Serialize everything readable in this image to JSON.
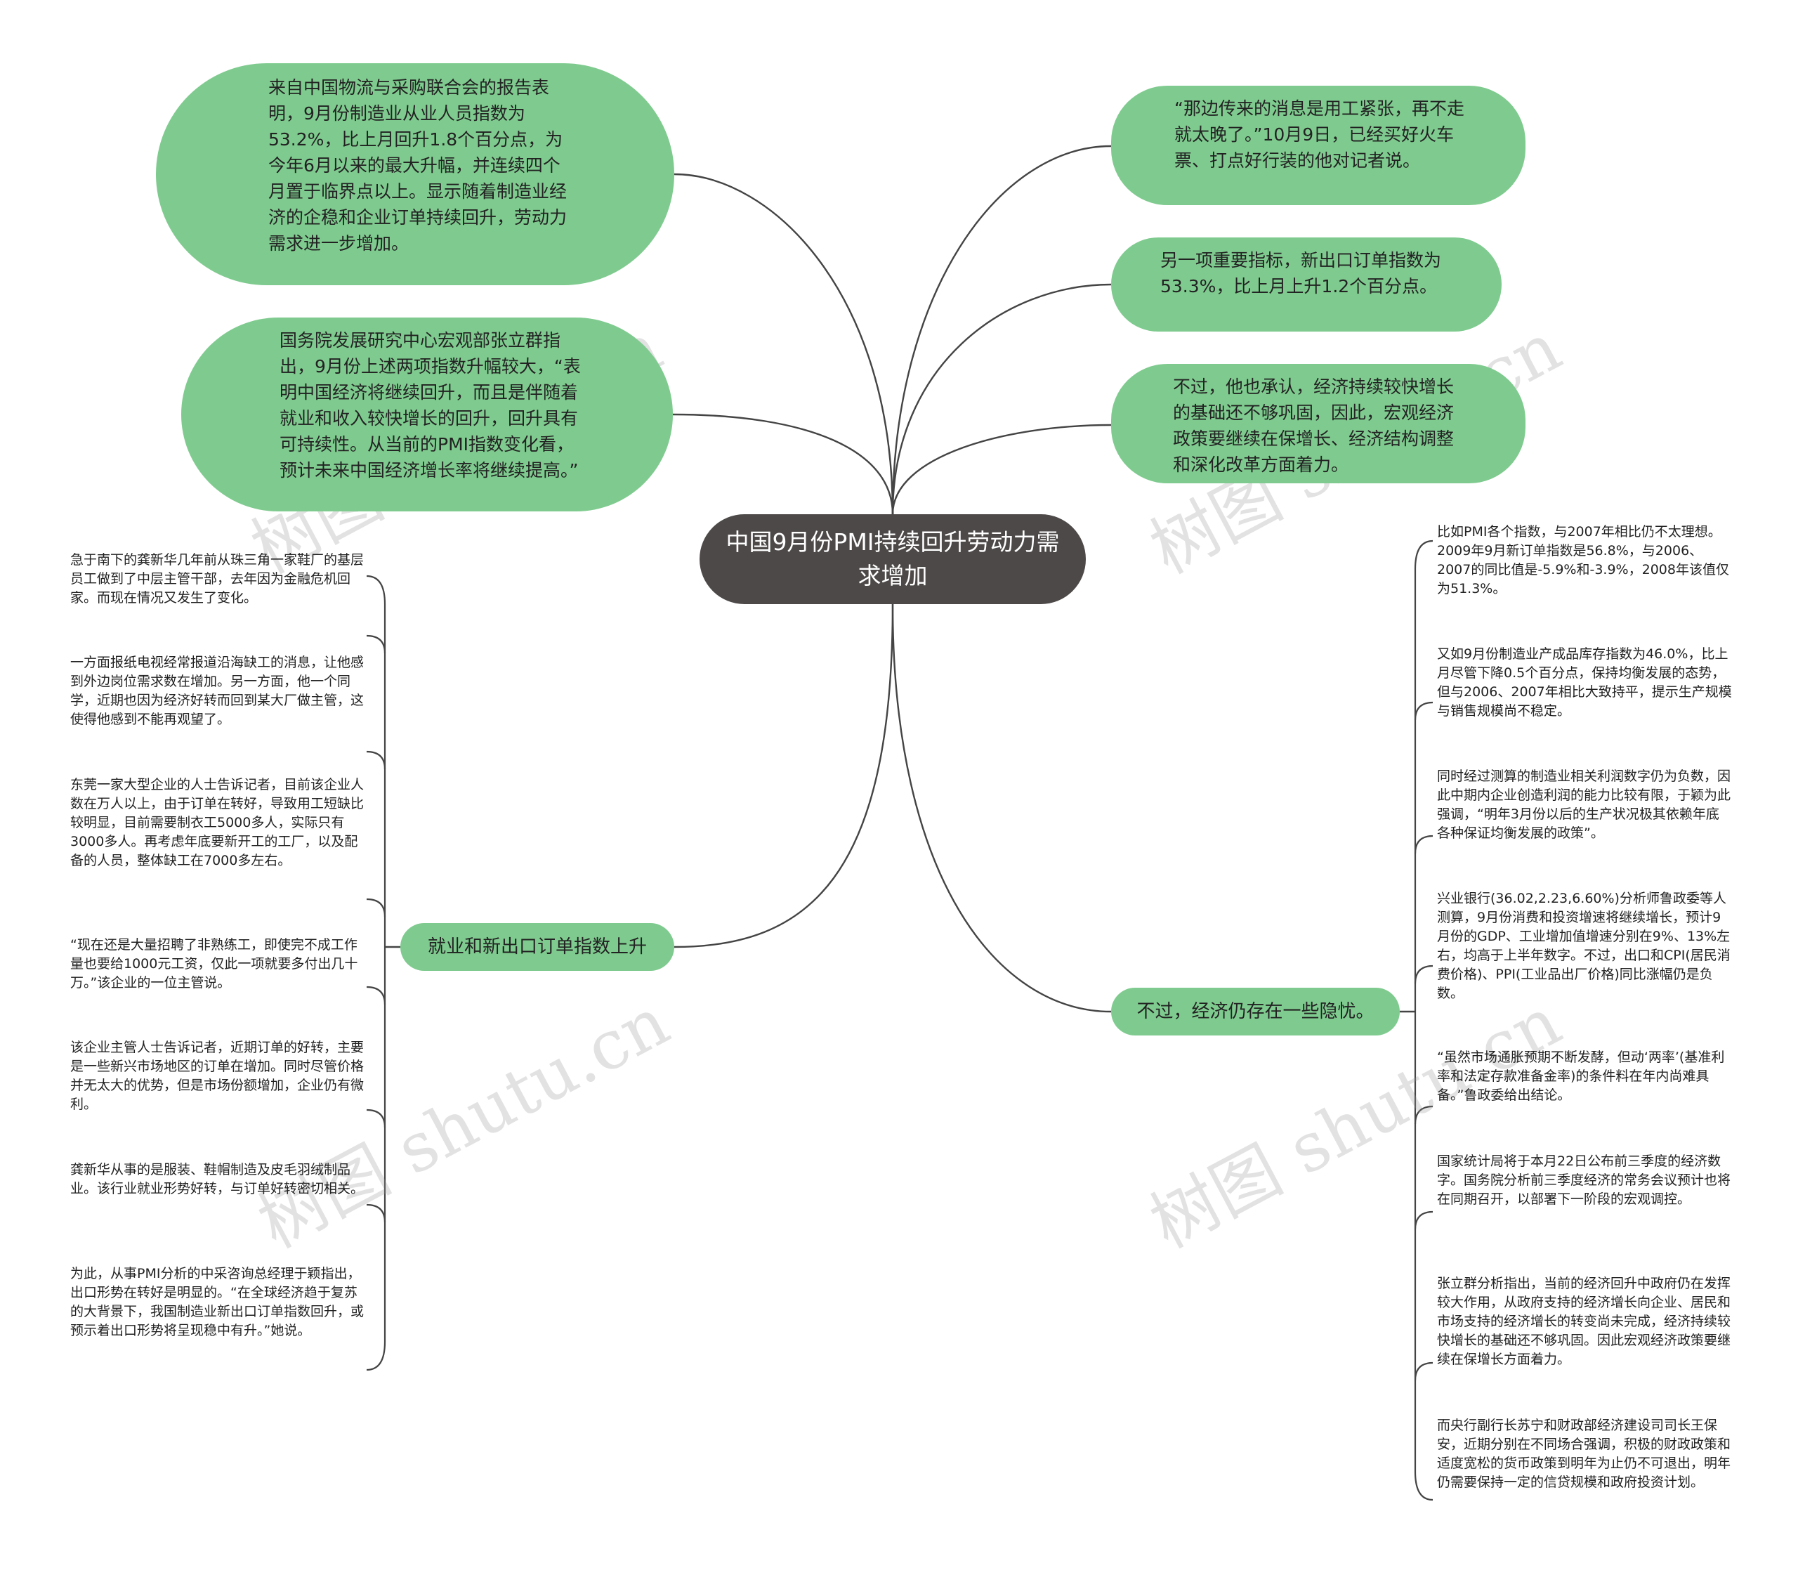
{
  "root": {
    "title": "中国9月份PMI持续回升劳动力需求增加"
  },
  "left_top": [
    {
      "text": "来自中国物流与采购联合会的报告表明，9月份制造业从业人员指数为53.2%，比上月回升1.8个百分点，为今年6月以来的最大升幅，并连续四个月置于临界点以上。显示随着制造业经济的企稳和企业订单持续回升，劳动力需求进一步增加。"
    },
    {
      "text": "国务院发展研究中心宏观部张立群指出，9月份上述两项指数升幅较大，“表明中国经济将继续回升，而且是伴随着就业和收入较快增长的回升，回升具有可持续性。从当前的PMI指数变化看，预计未来中国经济增长率将继续提高。”"
    }
  ],
  "right_top": [
    {
      "text": "“那边传来的消息是用工紧张，再不走就太晚了。”10月9日，已经买好火车票、打点好行装的他对记者说。"
    },
    {
      "text": "另一项重要指标，新出口订单指数为53.3%，比上月上升1.2个百分点。"
    },
    {
      "text": "不过，他也承认，经济持续较快增长的基础还不够巩固，因此，宏观经济政策要继续在保增长、经济结构调整和深化改革方面着力。"
    }
  ],
  "left_branch": {
    "label": "就业和新出口订单指数上升",
    "leaves": [
      "急于南下的龚新华几年前从珠三角一家鞋厂的基层员工做到了中层主管干部，去年因为金融危机回家。而现在情况又发生了变化。",
      "一方面报纸电视经常报道沿海缺工的消息，让他感到外边岗位需求数在增加。另一方面，他一个同学，近期也因为经济好转而回到某大厂做主管，这使得他感到不能再观望了。",
      "东莞一家大型企业的人士告诉记者，目前该企业人数在万人以上，由于订单在转好，导致用工短缺比较明显，目前需要制衣工5000多人，实际只有3000多人。再考虑年底要新开工的工厂，以及配备的人员，整体缺工在7000多左右。",
      "“现在还是大量招聘了非熟练工，即使完不成工作量也要给1000元工资，仅此一项就要多付出几十万。”该企业的一位主管说。",
      "该企业主管人士告诉记者，近期订单的好转，主要是一些新兴市场地区的订单在增加。同时尽管价格并无太大的优势，但是市场份额增加，企业仍有微利。",
      "龚新华从事的是服装、鞋帽制造及皮毛羽绒制品业。该行业就业形势好转，与订单好转密切相关。",
      "为此，从事PMI分析的中采咨询总经理于颖指出，出口形势在转好是明显的。“在全球经济趋于复苏的大背景下，我国制造业新出口订单指数回升，或预示着出口形势将呈现稳中有升。”她说。"
    ]
  },
  "right_branch": {
    "label": "不过，经济仍存在一些隐忧。",
    "leaves": [
      "比如PMI各个指数，与2007年相比仍不太理想。2009年9月新订单指数是56.8%，与2006、2007的同比值是-5.9%和-3.9%，2008年该值仅为51.3%。",
      "又如9月份制造业产成品库存指数为46.0%，比上月尽管下降0.5个百分点，保持均衡发展的态势，但与2006、2007年相比大致持平，提示生产规模与销售规模尚不稳定。",
      "同时经过测算的制造业相关利润数字仍为负数，因此中期内企业创造利润的能力比较有限，于颖为此强调，“明年3月份以后的生产状况极其依赖年底各种保证均衡发展的政策”。",
      "兴业银行(36.02,2.23,6.60%)分析师鲁政委等人测算，9月份消费和投资增速将继续增长，预计9月份的GDP、工业增加值增速分别在9%、13%左右，均高于上半年数字。不过，出口和CPI(居民消费价格)、PPI(工业品出厂价格)同比涨幅仍是负数。",
      "“虽然市场通胀预期不断发酵，但动‘两率’(基准利率和法定存款准备金率)的条件料在年内尚难具备。”鲁政委给出结论。",
      "国家统计局将于本月22日公布前三季度的经济数字。国务院分析前三季度经济的常务会议预计也将在同期召开，以部署下一阶段的宏观调控。",
      "张立群分析指出，当前的经济回升中政府仍在发挥较大作用，从政府支持的经济增长向企业、居民和市场支持的经济增长的转变尚未完成，经济持续较快增长的基础还不够巩固。因此宏观经济政策要继续在保增长方面着力。",
      "而央行副行长苏宁和财政部经济建设司司长王保安，近期分别在不同场合强调，积极的财政政策和适度宽松的货币政策到明年为止仍不可退出，明年仍需要保持一定的信贷规模和政府投资计划。"
    ]
  },
  "watermark": "树图 shutu.cn",
  "colors": {
    "root_bg": "#4d4948",
    "pill_bg": "#7fcb8f",
    "line": "#444444",
    "text": "#222222"
  }
}
